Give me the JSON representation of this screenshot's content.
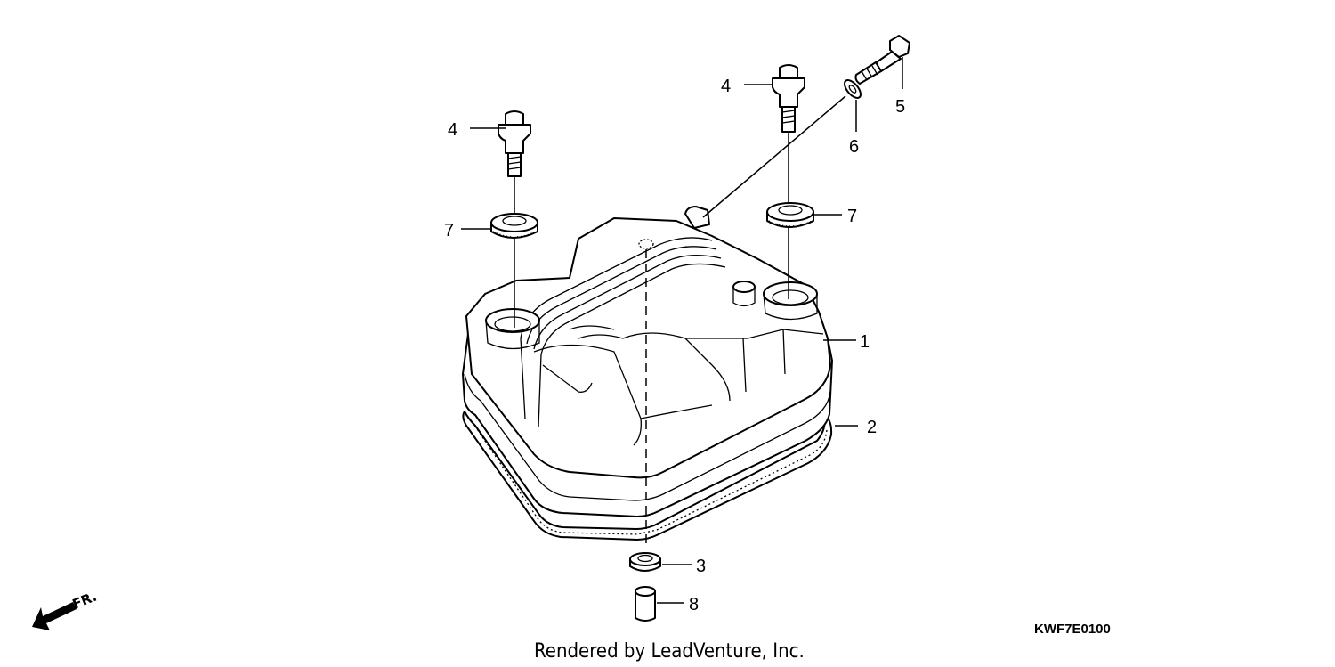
{
  "diagram": {
    "callouts": [
      {
        "id": "1",
        "label": "1"
      },
      {
        "id": "2",
        "label": "2"
      },
      {
        "id": "3",
        "label": "3"
      },
      {
        "id": "4a",
        "label": "4"
      },
      {
        "id": "4b",
        "label": "4"
      },
      {
        "id": "5",
        "label": "5"
      },
      {
        "id": "6",
        "label": "6"
      },
      {
        "id": "7a",
        "label": "7"
      },
      {
        "id": "7b",
        "label": "7"
      },
      {
        "id": "8",
        "label": "8"
      }
    ],
    "drawing_code": "KWF7E0100",
    "credit": "Rendered by LeadVenture, Inc.",
    "front_indicator": "FR."
  }
}
